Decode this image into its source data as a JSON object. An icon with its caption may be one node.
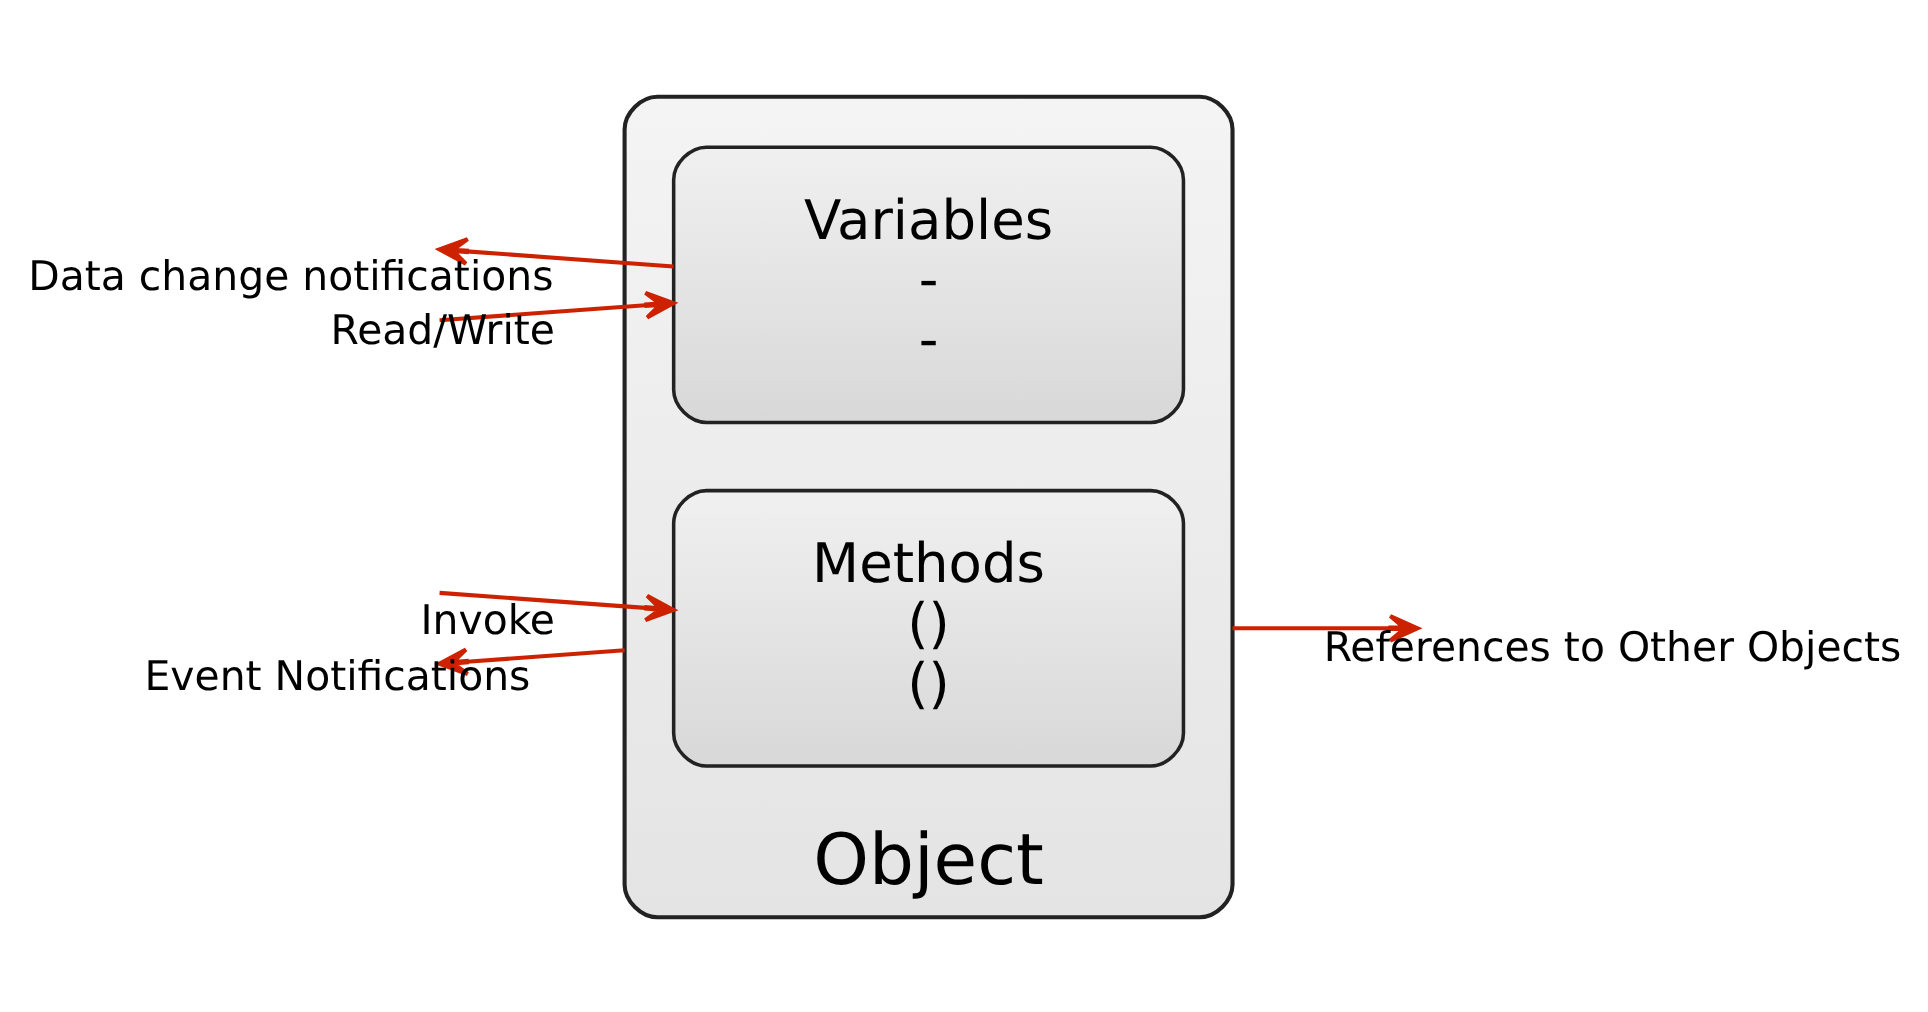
{
  "diagram": {
    "nodes": [
      {
        "text": [
          "Object"
        ]
      },
      {
        "text": [
          "Variables",
          "-",
          "-"
        ],
        "in": 0
      },
      {
        "text": [
          "Methods",
          "()",
          "()"
        ],
        "in": 0
      }
    ],
    "edges": [
      {
        "from": 1,
        "to": null,
        "arrow": "to",
        "label": "Data change notifications"
      },
      {
        "from": null,
        "to": 1,
        "arrow": "to",
        "label": "Read/Write"
      },
      {
        "from": null,
        "to": 2,
        "arrow": "to",
        "label": "Invoke"
      },
      {
        "from": 0,
        "to": null,
        "arrow": "to",
        "label": "Event Notifications"
      },
      {
        "from": 0,
        "to": null,
        "arrow": "to",
        "label": "References to Other Objects"
      }
    ]
  }
}
